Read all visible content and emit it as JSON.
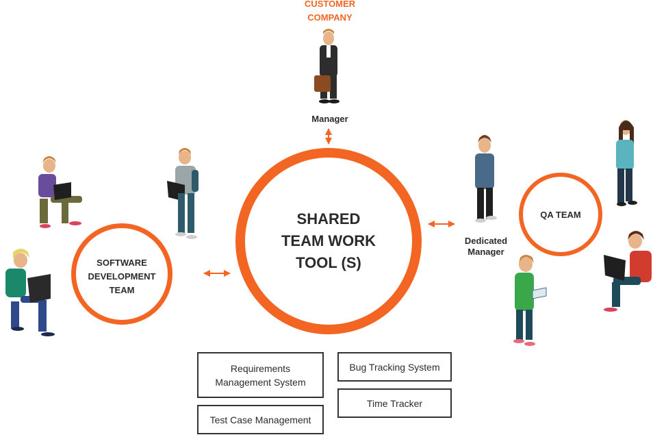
{
  "customer": {
    "heading": [
      "CUSTOMER",
      "COMPANY"
    ],
    "manager_label": "Manager"
  },
  "center": {
    "lines": [
      "SHARED",
      "TEAM WORK",
      "TOOL (S)"
    ]
  },
  "dev_team": {
    "lines": [
      "SOFTWARE",
      "DEVELOPMENT",
      "TEAM"
    ]
  },
  "qa": {
    "title": "QA TEAM",
    "manager_label": [
      "Dedicated",
      "Manager"
    ]
  },
  "tools": {
    "requirements": [
      "Requirements",
      "Management System"
    ],
    "bug_tracking": "Bug Tracking System",
    "time_tracker": "Time Tracker",
    "test_case": "Test Case Management"
  },
  "colors": {
    "accent": "#f26522",
    "text": "#2b2b2b",
    "box_border": "#333333"
  },
  "icons": [
    "double-arrow-icon",
    "person-manager-icon",
    "person-laptop-icon",
    "person-tablet-icon"
  ]
}
